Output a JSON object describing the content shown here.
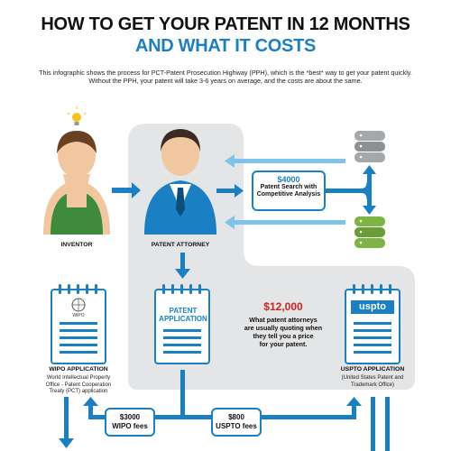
{
  "title_line1": "HOW TO GET YOUR PATENT IN 12 MONTHS",
  "title_line2": "AND WHAT IT COSTS",
  "intro_line1": "This infographic shows the process for PCT-Patent Prosecution Highway (PPH), which is the *best* way to get your patent quickly.",
  "intro_line2": "Without the PPH, your patent will take 3-6 years on average, and the costs are about the same.",
  "inventor_label": "INVENTOR",
  "attorney_label": "PATENT ATTORNEY",
  "search_box": {
    "price": "$4000",
    "line1": "Patent Search with",
    "line2": "Competitive Analysis"
  },
  "patent_doc": {
    "line1": "PATENT",
    "line2": "APPLICATION"
  },
  "wipo_doc_logo": "WIPO",
  "uspto_doc_logo": "uspto",
  "big_price": "$12,000",
  "big_desc": [
    "What patent attorneys",
    "are usually quoting when",
    "they tell you a price",
    "for your patent."
  ],
  "wipo_label": "WIPO APPLICATION",
  "wipo_desc": [
    "World Intellectual Property",
    "Office - Patent Cooperation",
    "Treaty (PCT) application"
  ],
  "uspto_label": "USPTO APPLICATION",
  "uspto_desc": [
    "(United States Patent and",
    "Trademark Office)"
  ],
  "wipo_fee": {
    "price": "$3000",
    "label": "WIPO fees"
  },
  "uspto_fee": {
    "price": "$800",
    "label": "USPTO fees"
  },
  "colors": {
    "blue": "#1b7fc4",
    "red": "#d42020",
    "gray_panel": "#e4e5e6"
  }
}
